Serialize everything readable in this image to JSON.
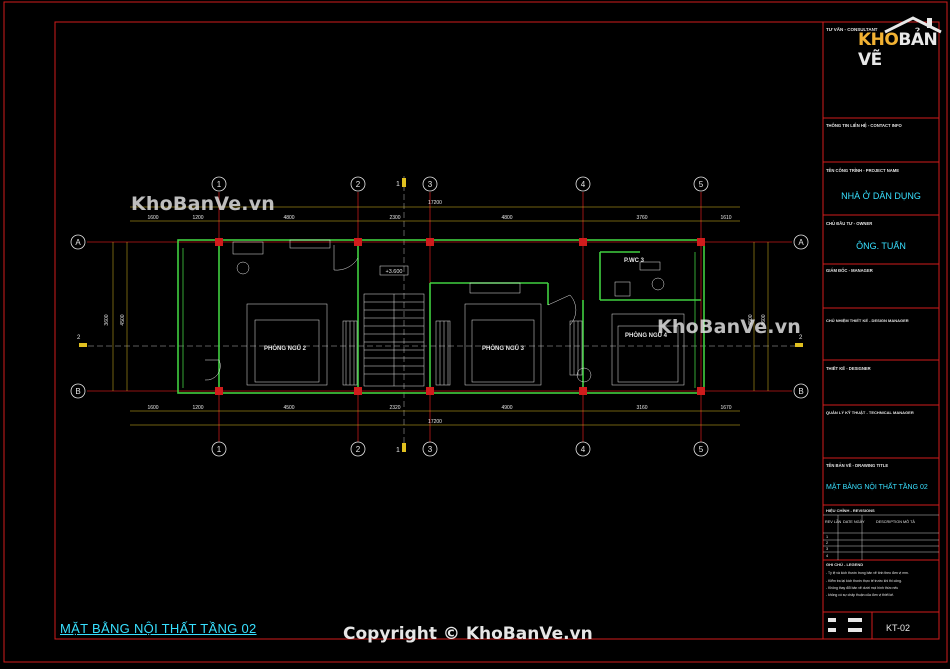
{
  "drawing": {
    "title": "MẶT BẰNG NỘI THẤT TẦNG 02",
    "grid_columns": [
      "1",
      "2",
      "3",
      "4",
      "5"
    ],
    "grid_rows": [
      "A",
      "B"
    ],
    "section_marker": "1",
    "section_side": "2",
    "dims_top": [
      "1600",
      "1200",
      "4800",
      "2300",
      "4800",
      "3760",
      "1610"
    ],
    "dims_bottom": [
      "1600",
      "1200",
      "4500",
      "2320",
      "4900",
      "3160",
      "1670"
    ],
    "total_top": "17200",
    "total_bottom": "17200",
    "rooms": [
      "PHÒNG NGỦ 2",
      "PHÒNG NGỦ 3",
      "PHÒNG NGỦ 4",
      "P.WC 3"
    ],
    "level_tag": "+3.600",
    "side_dims": [
      "3600",
      "4500"
    ]
  },
  "title_block": {
    "consultant": "TƯ VẤN - CONSULTANT",
    "contact": "THÔNG TIN LIÊN HỆ - CONTACT INFO",
    "project_label": "TÊN CÔNG TRÌNH - PROJECT NAME",
    "project_name": "NHÀ Ở DÂN DỤNG",
    "owner_label": "CHỦ ĐẦU TƯ - OWNER",
    "owner_name": "ÔNG. TUẤN",
    "director": "GIÁM ĐỐC - MANAGER",
    "design_manager": "CHỦ NHIỆM THIẾT KẾ - DESIGN MANAGER",
    "designer": "THIẾT KẾ - DESIGNER",
    "tech_manager": "QUẢN LÝ KỸ THUẬT - TECHNICAL MANAGER",
    "drawing_title_label": "TÊN BẢN VẼ - DRAWING TITLE",
    "drawing_title": "MẶT BẰNG NỘI THẤT TẦNG 02",
    "revision_label": "HIỆU CHỈNH - REVISIONS",
    "rev_cols": [
      "REV LẦN",
      "DATE NGÀY",
      "DESCRIPTION MÔ TẢ"
    ],
    "rev_rows": [
      "1",
      "2",
      "3",
      "4"
    ],
    "notes_label": "GHI CHÚ - LEGEND",
    "notes": [
      "- Tỷ lệ và kích thước trong bản vẽ tính theo đơn vị mm.",
      "- Kiểm tra lại kích thước thực tế trước khi thi công.",
      "- Không thay đổi bản vẽ dưới mọi hình thức nếu",
      "- không có sự chấp thuận của đơn vị thiết kế."
    ],
    "sheet_no": "KT-02"
  },
  "watermarks": {
    "wm1": "KhoBanVe.vn",
    "wm2": "KhoBanVe.vn",
    "copyright": "Copyright © KhoBanVe.vn",
    "logo_a": "KHO",
    "logo_b": "BẢN VẼ"
  },
  "colors": {
    "frame": "#d01c1c",
    "wall": "#40d040",
    "dim": "#e0c020",
    "grid_line": "#c01818",
    "text_cyan": "#38e0ff",
    "text_white": "#e6e6e6"
  }
}
